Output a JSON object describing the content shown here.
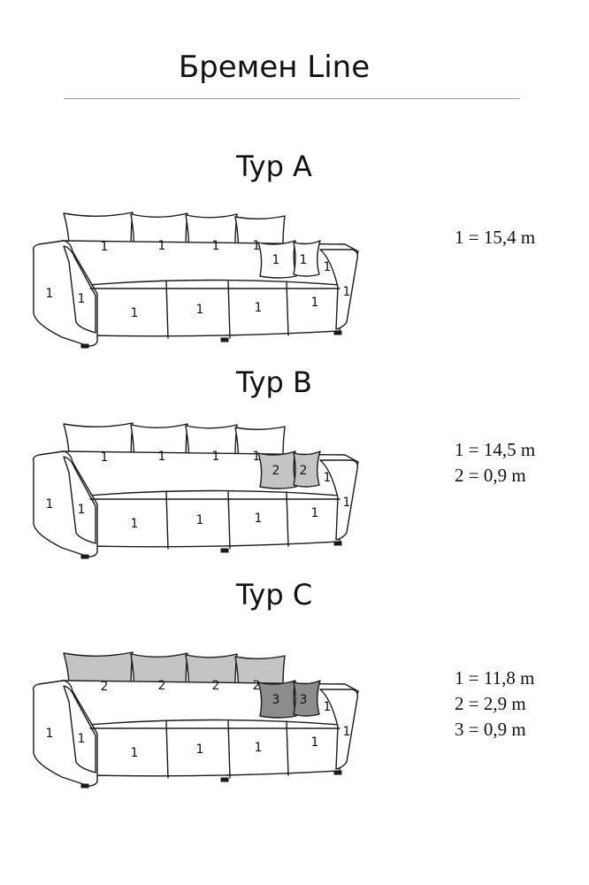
{
  "title": "Бремен Line",
  "colors": {
    "line": "#1a1a1a",
    "fabric_2": "#c4c4c4",
    "fabric_3": "#8c8c8c"
  },
  "variants": [
    {
      "heading": "Typ A",
      "labels": {
        "pillow1": "1",
        "pillow2": "1",
        "pillow3": "1",
        "pillow4": "1",
        "smallPillowA": "1",
        "smallPillowB": "1",
        "armLeftOuter": "1",
        "armLeftInner": "1",
        "armRightInner": "1",
        "armRightOuter": "1",
        "seat1": "1",
        "seat2": "1",
        "seat3": "1",
        "seat4": "1"
      },
      "fills": {
        "pillows": "1",
        "smallPillows": "1"
      },
      "specs": [
        "1 = 15,4 m"
      ]
    },
    {
      "heading": "Typ B",
      "labels": {
        "pillow1": "1",
        "pillow2": "1",
        "pillow3": "1",
        "pillow4": "1",
        "smallPillowA": "2",
        "smallPillowB": "2",
        "armLeftOuter": "1",
        "armLeftInner": "1",
        "armRightInner": "1",
        "armRightOuter": "1",
        "seat1": "1",
        "seat2": "1",
        "seat3": "1",
        "seat4": "1"
      },
      "fills": {
        "pillows": "1",
        "smallPillows": "2"
      },
      "specs": [
        "1 = 14,5 m",
        "2 = 0,9 m"
      ]
    },
    {
      "heading": "Typ C",
      "labels": {
        "pillow1": "2",
        "pillow2": "2",
        "pillow3": "2",
        "pillow4": "2",
        "smallPillowA": "3",
        "smallPillowB": "3",
        "armLeftOuter": "1",
        "armLeftInner": "1",
        "armRightInner": "1",
        "armRightOuter": "1",
        "seat1": "1",
        "seat2": "1",
        "seat3": "1",
        "seat4": "1"
      },
      "fills": {
        "pillows": "2",
        "smallPillows": "3"
      },
      "specs": [
        "1 = 11,8 m",
        "2 = 2,9 m",
        "3 = 0,9 m"
      ]
    }
  ]
}
